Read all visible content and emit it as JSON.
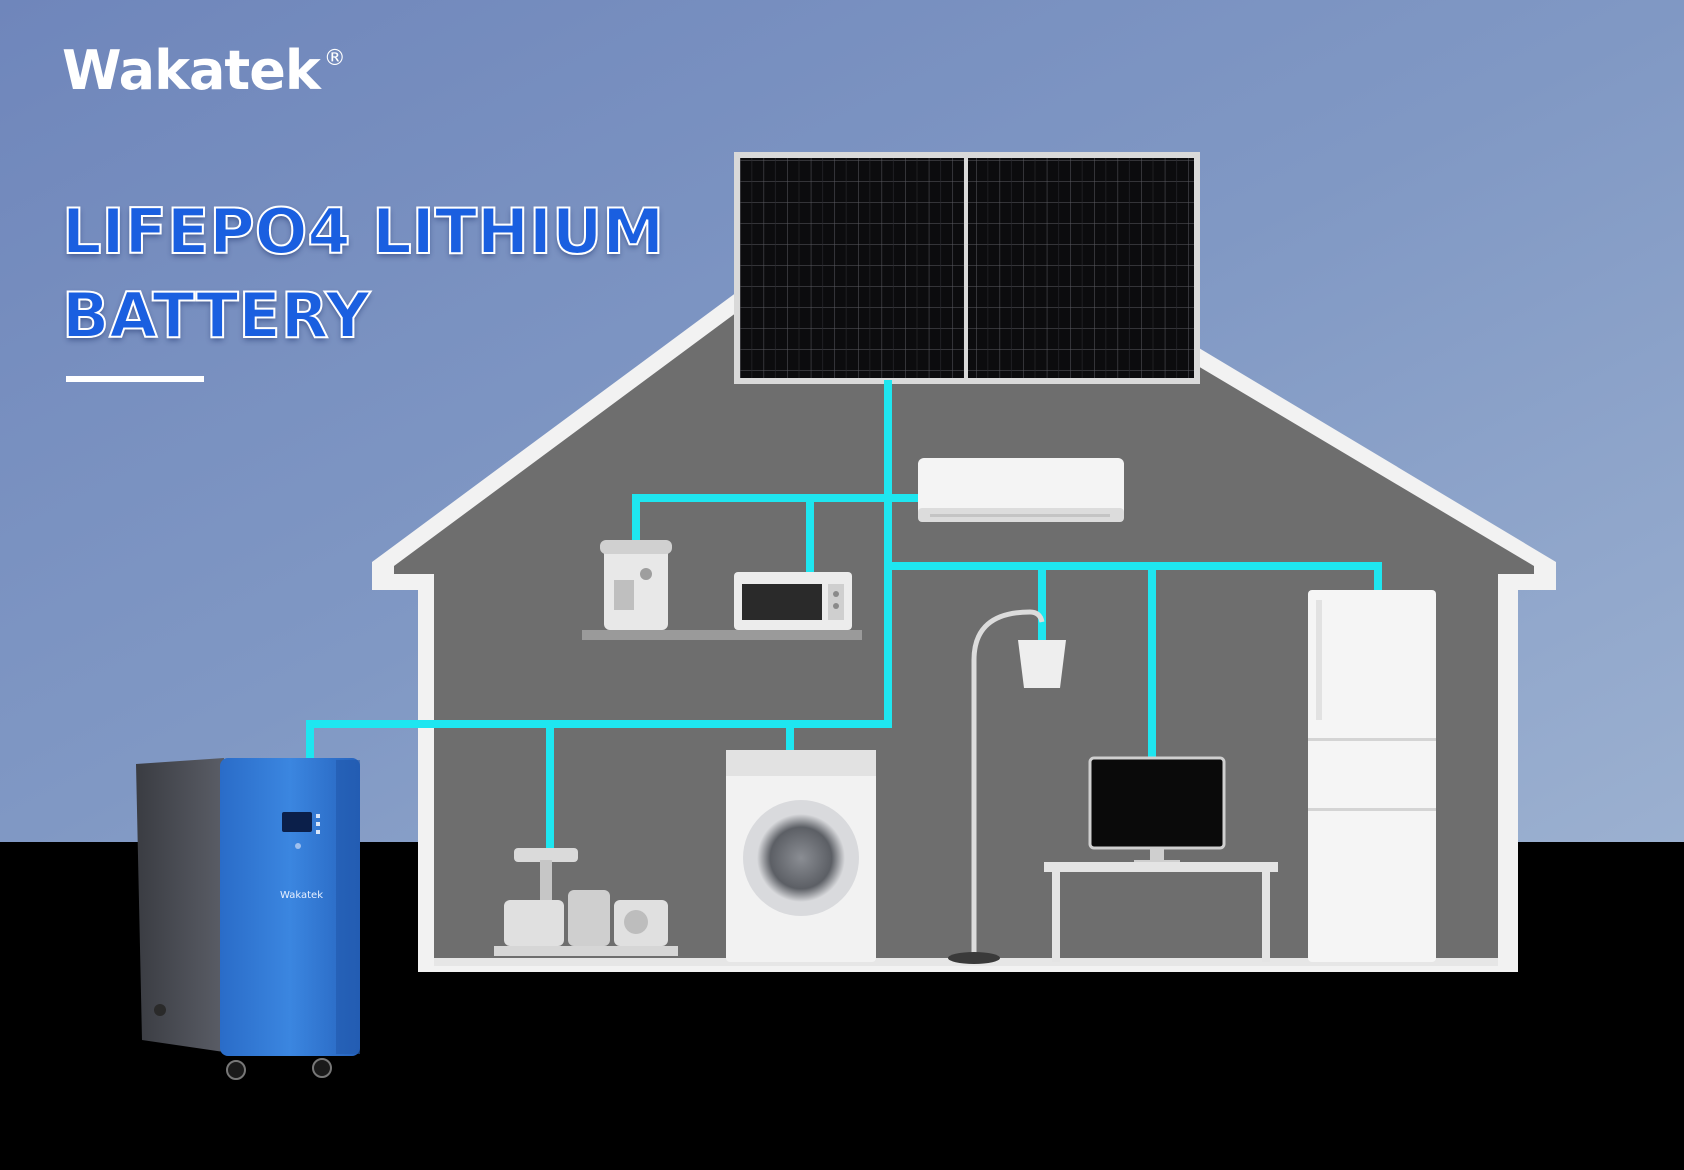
{
  "brand": {
    "name": "Wakatek",
    "registered_mark": "®"
  },
  "headline": {
    "line1": "LIFEPO4 LITHIUM",
    "line2": "BATTERY"
  },
  "colors": {
    "sky_top": "#8ea6c8",
    "sky_bottom": "#7d96c2",
    "house_interior": "#6e6e6e",
    "house_outline": "#f2f2f2",
    "ground": "#000000",
    "wiring": "#1ee6f0",
    "battery_blue": "#2f7ad6",
    "headline_blue": "#1a5fe0"
  },
  "battery_unit": {
    "label": "Wakatek"
  }
}
